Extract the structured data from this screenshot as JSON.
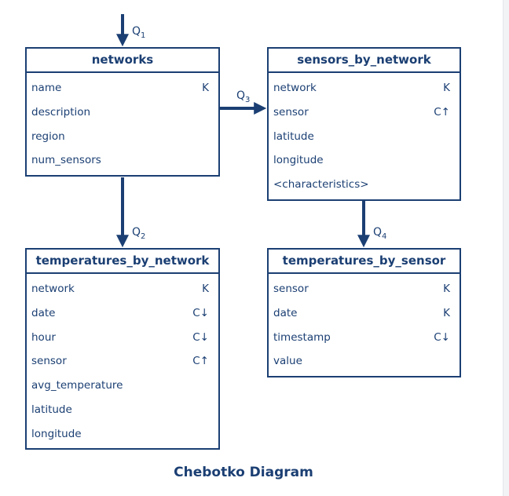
{
  "diagram_title": "Chebotko Diagram",
  "queries": [
    {
      "label": "Q",
      "index": "1"
    },
    {
      "label": "Q",
      "index": "2"
    },
    {
      "label": "Q",
      "index": "3"
    },
    {
      "label": "Q",
      "index": "4"
    }
  ],
  "tables": {
    "networks": {
      "name": "networks",
      "columns": [
        {
          "name": "name",
          "key": "K"
        },
        {
          "name": "description",
          "key": ""
        },
        {
          "name": "region",
          "key": ""
        },
        {
          "name": "num_sensors",
          "key": ""
        }
      ]
    },
    "sensors_by_network": {
      "name": "sensors_by_network",
      "columns": [
        {
          "name": "network",
          "key": "K"
        },
        {
          "name": "sensor",
          "key": "C↑"
        },
        {
          "name": "latitude",
          "key": ""
        },
        {
          "name": "longitude",
          "key": ""
        },
        {
          "name": "<characteristics>",
          "key": ""
        }
      ]
    },
    "temperatures_by_network": {
      "name": "temperatures_by_network",
      "columns": [
        {
          "name": "network",
          "key": "K"
        },
        {
          "name": "date",
          "key": "C↓"
        },
        {
          "name": "hour",
          "key": "C↓"
        },
        {
          "name": "sensor",
          "key": "C↑"
        },
        {
          "name": "avg_temperature",
          "key": ""
        },
        {
          "name": "latitude",
          "key": ""
        },
        {
          "name": "longitude",
          "key": ""
        }
      ]
    },
    "temperatures_by_sensor": {
      "name": "temperatures_by_sensor",
      "columns": [
        {
          "name": "sensor",
          "key": "K"
        },
        {
          "name": "date",
          "key": "K"
        },
        {
          "name": "timestamp",
          "key": "C↓"
        },
        {
          "name": "value",
          "key": ""
        }
      ]
    }
  },
  "colors": {
    "accent": "#1b3f73",
    "background": "#ffffff"
  }
}
